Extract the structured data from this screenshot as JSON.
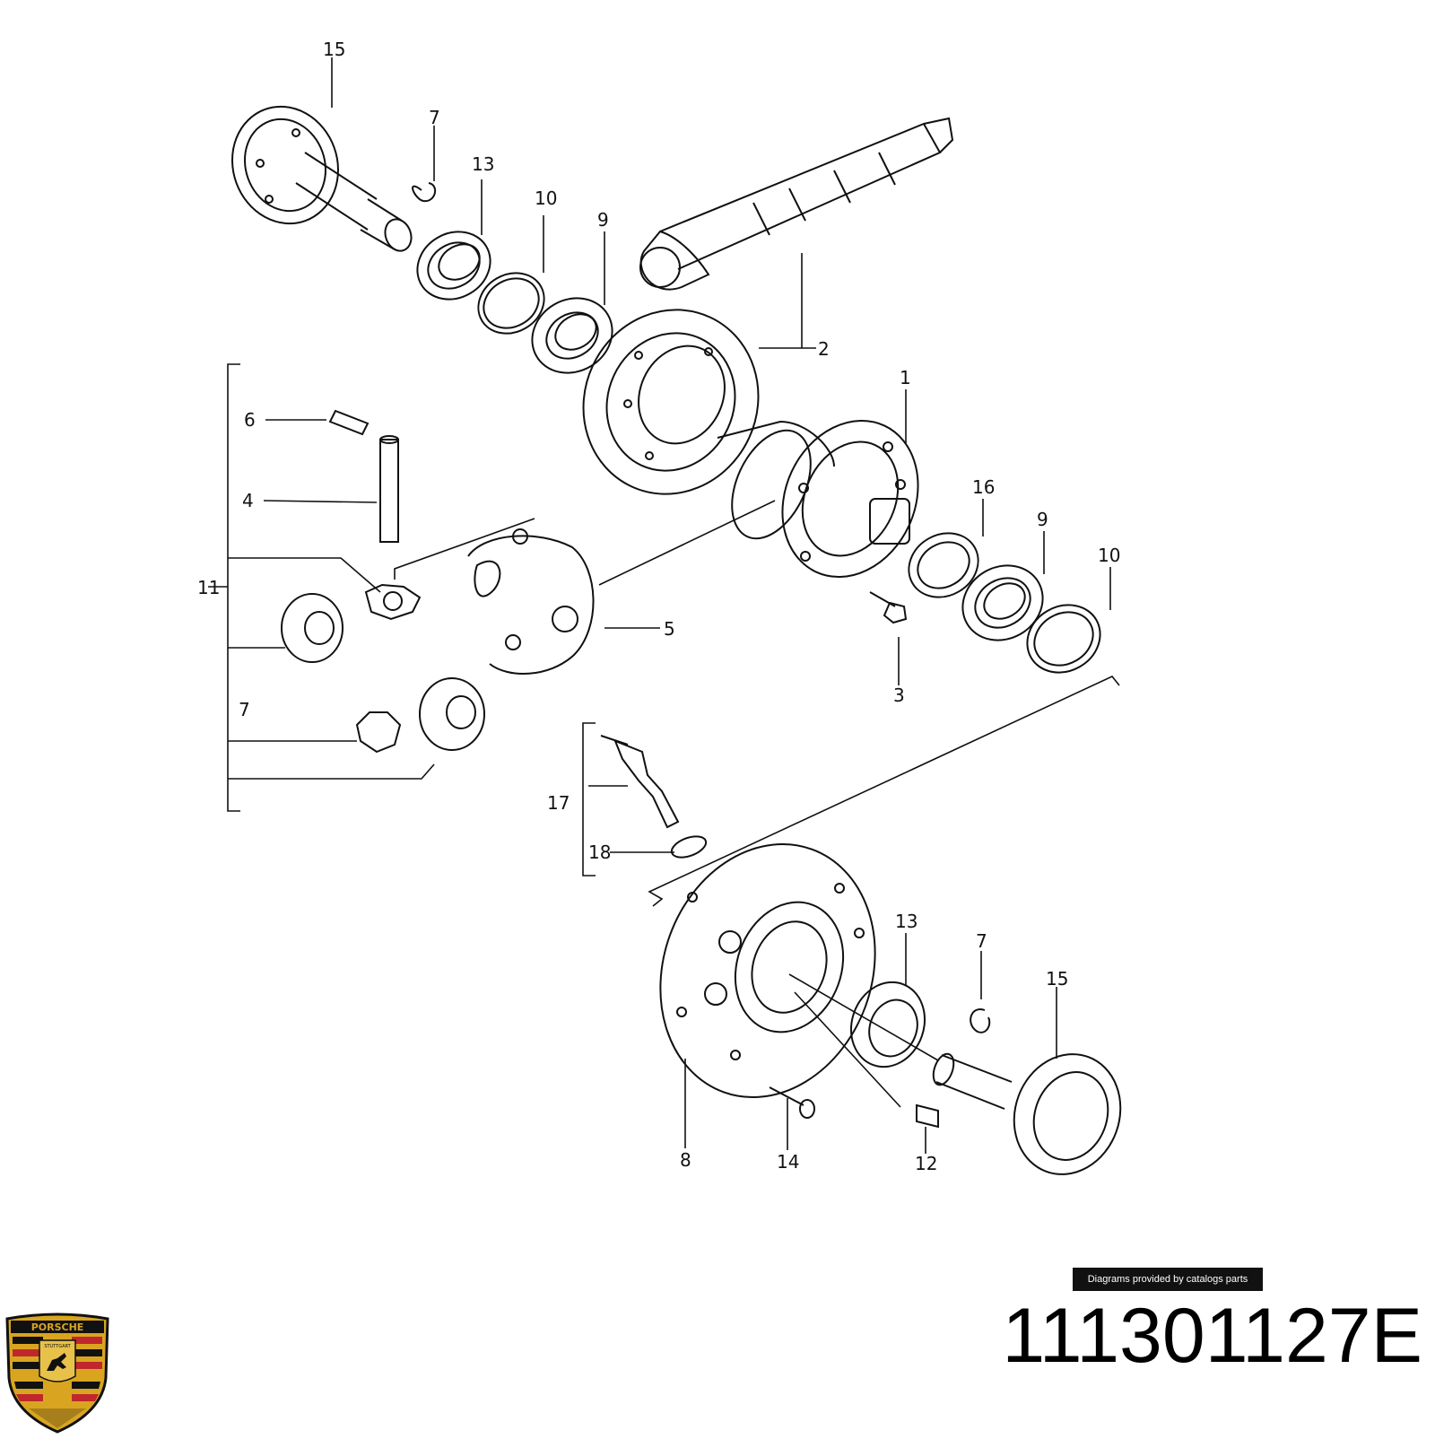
{
  "diagram": {
    "callouts": [
      {
        "id": "c15a",
        "text": "15"
      },
      {
        "id": "c7a",
        "text": "7"
      },
      {
        "id": "c13a",
        "text": "13"
      },
      {
        "id": "c10a",
        "text": "10"
      },
      {
        "id": "c9a",
        "text": "9"
      },
      {
        "id": "c2",
        "text": "2"
      },
      {
        "id": "c1",
        "text": "1"
      },
      {
        "id": "c6",
        "text": "6"
      },
      {
        "id": "c4",
        "text": "4"
      },
      {
        "id": "c11",
        "text": "11"
      },
      {
        "id": "c5",
        "text": "5"
      },
      {
        "id": "c16",
        "text": "16"
      },
      {
        "id": "c9b",
        "text": "9"
      },
      {
        "id": "c10b",
        "text": "10"
      },
      {
        "id": "c3",
        "text": "3"
      },
      {
        "id": "c7b",
        "text": "7"
      },
      {
        "id": "c17",
        "text": "17"
      },
      {
        "id": "c18",
        "text": "18"
      },
      {
        "id": "c13b",
        "text": "13"
      },
      {
        "id": "c7c",
        "text": "7"
      },
      {
        "id": "c15b",
        "text": "15"
      },
      {
        "id": "c8",
        "text": "8"
      },
      {
        "id": "c14",
        "text": "14"
      },
      {
        "id": "c12",
        "text": "12"
      }
    ]
  },
  "credit": "Diagrams provided by catalogs parts",
  "part_number": "111301127E",
  "logo": {
    "name": "porsche-crest-logo",
    "wordmark": "PORSCHE",
    "city": "STUTTGART",
    "colors": {
      "gold": "#d9a520",
      "red": "#c0272d",
      "black": "#111111"
    }
  }
}
